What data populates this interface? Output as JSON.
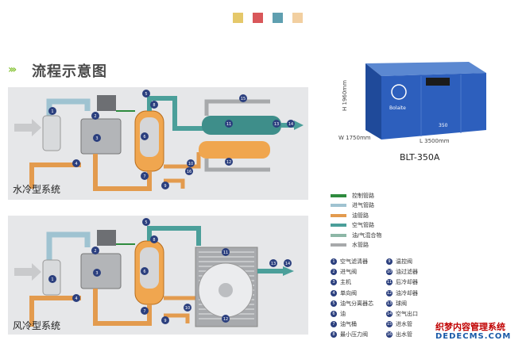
{
  "color_squares": [
    "#e5c86a",
    "#d9575a",
    "#5f9fb0",
    "#f2cfa0"
  ],
  "section_title": "流程示意图",
  "panels": {
    "water_cooled": {
      "label": "水冷型系统"
    },
    "air_cooled": {
      "label": "风冷型系统"
    }
  },
  "product": {
    "model": "BLT-350A",
    "height": "H 1960mm",
    "width": "W 1750mm",
    "length": "L 3500mm",
    "brand": "Bolaite",
    "badge": "350"
  },
  "legend": [
    {
      "label": "控制管路",
      "color": "#2e8b3e"
    },
    {
      "label": "进气管路",
      "color": "#9fc3d1"
    },
    {
      "label": "油管路",
      "color": "#e39b4e"
    },
    {
      "label": "空气管路",
      "color": "#4b9f9a"
    },
    {
      "label": "油/气混合物",
      "color": "#8db7a6"
    },
    {
      "label": "水管路",
      "color": "#a7a9ab"
    }
  ],
  "components_left": [
    {
      "n": "1",
      "label": "空气滤清器"
    },
    {
      "n": "2",
      "label": "进气阀"
    },
    {
      "n": "3",
      "label": "主机"
    },
    {
      "n": "4",
      "label": "单向阀"
    },
    {
      "n": "5",
      "label": "油气分离器芯"
    },
    {
      "n": "6",
      "label": "油"
    },
    {
      "n": "7",
      "label": "油气桶"
    },
    {
      "n": "8",
      "label": "最小压力阀"
    }
  ],
  "components_right": [
    {
      "n": "9",
      "label": "温控阀"
    },
    {
      "n": "10",
      "label": "油过滤器"
    },
    {
      "n": "11",
      "label": "后冷却器"
    },
    {
      "n": "12",
      "label": "油冷却器"
    },
    {
      "n": "13",
      "label": "球阀"
    },
    {
      "n": "14",
      "label": "空气出口"
    },
    {
      "n": "15",
      "label": "进水管"
    },
    {
      "n": "16",
      "label": "出水管"
    }
  ],
  "markers_top": [
    "1",
    "2",
    "3",
    "4",
    "5",
    "6",
    "7",
    "8",
    "9",
    "10",
    "11",
    "12",
    "13",
    "14",
    "15",
    "16"
  ],
  "markers_bottom": [
    "1",
    "2",
    "3",
    "4",
    "5",
    "6",
    "7",
    "8",
    "9",
    "10",
    "11",
    "12",
    "13",
    "14"
  ],
  "watermark": {
    "line1": "织梦内容管理系统",
    "line2": "DEDECMS.COM"
  }
}
